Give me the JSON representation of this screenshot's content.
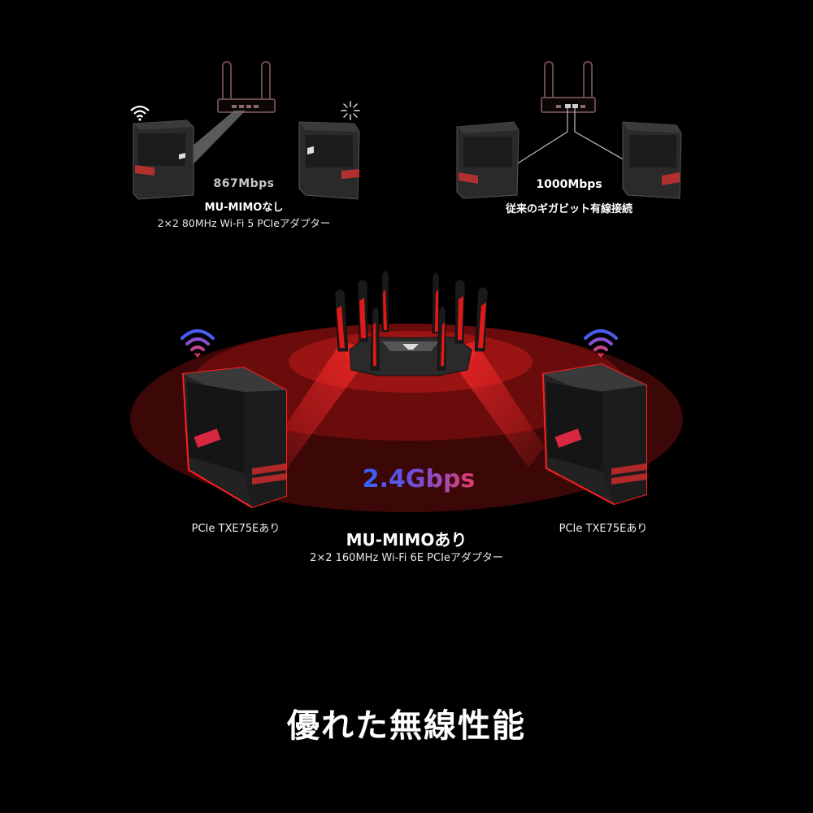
{
  "panel_left": {
    "speed": "867Mbps",
    "title": "MU-MIMOなし",
    "subtitle": "2×2 80MHz Wi-Fi 5 PCIeアダプター",
    "icon_left": "wifi-icon",
    "icon_right": "loading-spinner-icon"
  },
  "panel_right": {
    "speed": "1000Mbps",
    "title": "従来のギガビット有線接続"
  },
  "main": {
    "speed": "2.4Gbps",
    "left_pc_label": "PCIe TXE75Eあり",
    "right_pc_label": "PCIe TXE75Eあり",
    "title": "MU-MIMOあり",
    "subtitle": "2×2 160MHz Wi-Fi 6E PCIeアダプター",
    "wifi_gradient": [
      "#4a5cf0",
      "#8a4fd0",
      "#d23a78"
    ]
  },
  "headline": "優れた無線性能",
  "colors": {
    "background": "#000000",
    "accent_red": "#e01818",
    "speed_gradient_start": "#3463ff",
    "speed_gradient_end": "#e23a6a"
  }
}
